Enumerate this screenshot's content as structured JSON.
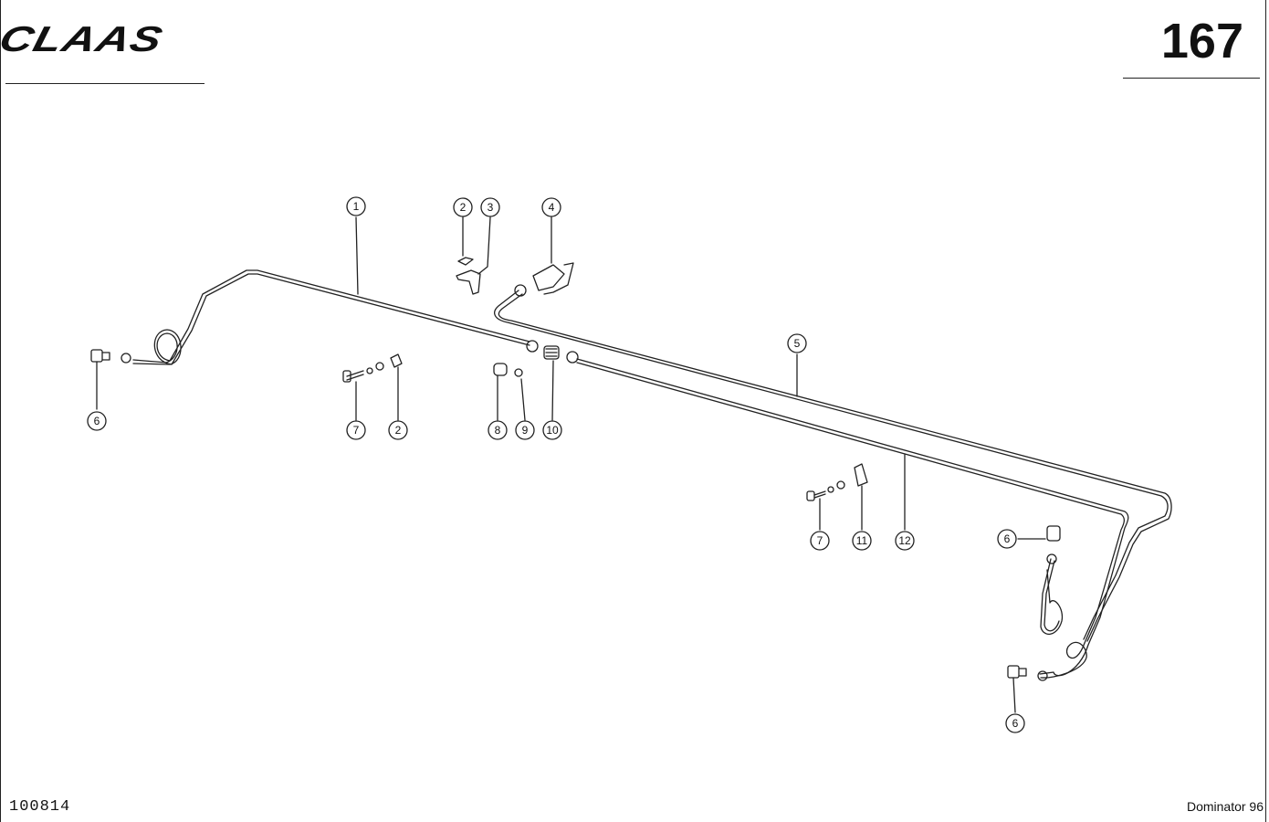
{
  "header": {
    "brand": "CLAAS",
    "page_number": "167"
  },
  "footer": {
    "document_number": "100814",
    "model": "Dominator 96"
  },
  "callouts": [
    {
      "id": "c1",
      "label": "1"
    },
    {
      "id": "c2a",
      "label": "2"
    },
    {
      "id": "c3",
      "label": "3"
    },
    {
      "id": "c4",
      "label": "4"
    },
    {
      "id": "c5",
      "label": "5"
    },
    {
      "id": "c6a",
      "label": "6"
    },
    {
      "id": "c7a",
      "label": "7"
    },
    {
      "id": "c2b",
      "label": "2"
    },
    {
      "id": "c8",
      "label": "8"
    },
    {
      "id": "c9",
      "label": "9"
    },
    {
      "id": "c10",
      "label": "10"
    },
    {
      "id": "c7b",
      "label": "7"
    },
    {
      "id": "c11",
      "label": "11"
    },
    {
      "id": "c12",
      "label": "12"
    },
    {
      "id": "c6b",
      "label": "6"
    },
    {
      "id": "c6c",
      "label": "6"
    }
  ]
}
